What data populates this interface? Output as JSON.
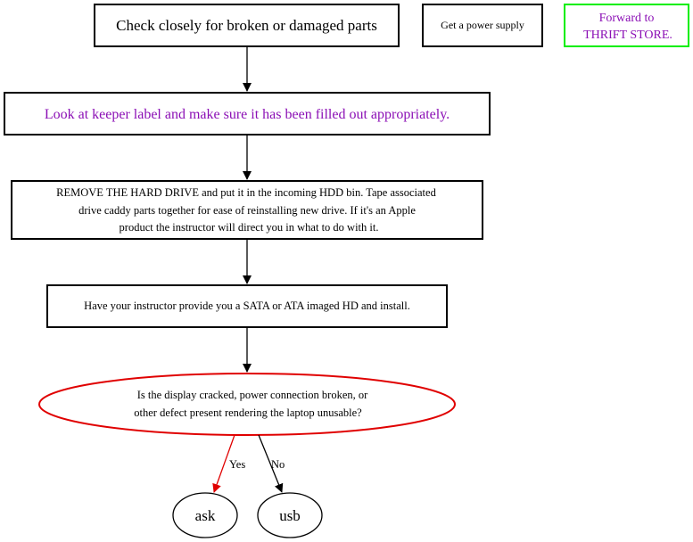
{
  "nodes": {
    "check_parts": {
      "label": "Check closely for broken or damaged parts"
    },
    "power_supply": {
      "label": "Get a power supply"
    },
    "thrift_store": {
      "lines": [
        "Forward to",
        "THRIFT STORE."
      ]
    },
    "keeper_label": {
      "label": "Look at keeper label and make sure it has been filled out appropriately."
    },
    "remove_hdd": {
      "lines": [
        "REMOVE THE HARD DRIVE and put it in the incoming HDD bin. Tape associated",
        "drive caddy  parts together for ease of reinstalling new drive. If it's an Apple",
        "product the instructor will direct you in what to do with it."
      ]
    },
    "install_hd": {
      "label": "Have your instructor provide you a SATA or ATA imaged HD and install."
    },
    "display_question": {
      "lines": [
        "Is the display cracked, power connection broken, or",
        "other defect present rendering the laptop unusable?"
      ]
    },
    "ask": {
      "label": "ask"
    },
    "usb": {
      "label": "usb"
    }
  },
  "edges": {
    "yes": {
      "label": "Yes"
    },
    "no": {
      "label": "No"
    }
  },
  "colors": {
    "default": "#000000",
    "highlight_text": "#8b0fb5",
    "thrift_border": "#00ee00",
    "decision_border": "#e00000",
    "yes_edge": "#e00000"
  }
}
